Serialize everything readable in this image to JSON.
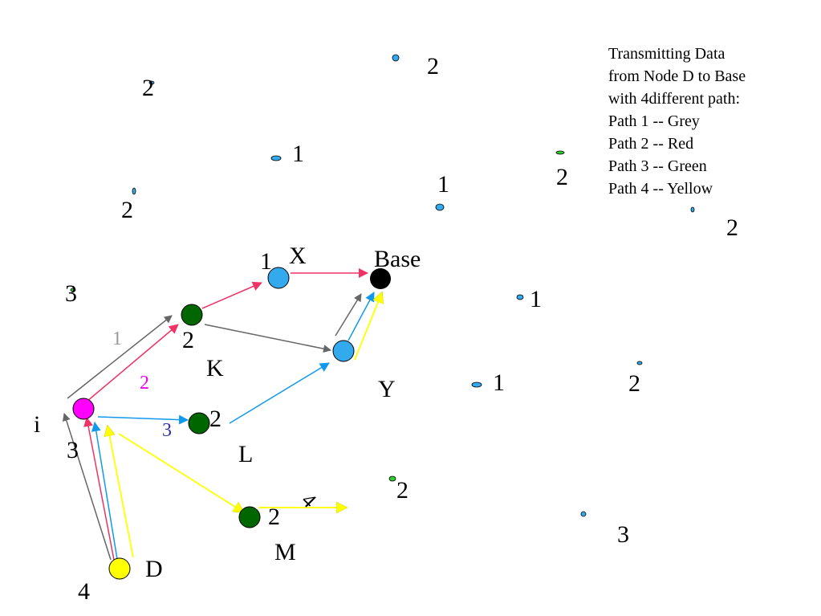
{
  "legend": {
    "lines": [
      "Transmitting Data",
      "from Node D to Base",
      "with 4different path:",
      "Path 1 -- Grey",
      "Path 2 -- Red",
      "Path 3 -- Green",
      "Path 4 -- Yellow"
    ]
  },
  "colors": {
    "grey": "#666666",
    "red": "#ee3366",
    "blue": "#1199ee",
    "yellow": "#ffff00",
    "magenta": "#ff00ff",
    "dark_green": "#006600",
    "light_blue": "#33aaee",
    "black": "#000000",
    "grey_label": "#999999",
    "magenta_label": "#ee00ee",
    "blue_label": "#3333aa"
  },
  "nodes": {
    "base": "Base",
    "x": "X",
    "y": "Y",
    "k": "K",
    "l": "L",
    "m": "M",
    "i": "i",
    "d": "D"
  },
  "path_labels": {
    "p1": "1",
    "p2": "2",
    "p3": "3",
    "p4": "4"
  },
  "node_values": {
    "k": "2",
    "l": "2",
    "m": "2",
    "x": "1",
    "i": "3",
    "d": "4"
  },
  "scatter_labels": {
    "s1": "2",
    "s2": "2",
    "s3": "1",
    "s4": "1",
    "s5": "2",
    "s6": "2",
    "s7": "2",
    "s8": "3",
    "s9": "1",
    "s10": "1",
    "s11": "2",
    "s12": "2",
    "s13": "3"
  }
}
